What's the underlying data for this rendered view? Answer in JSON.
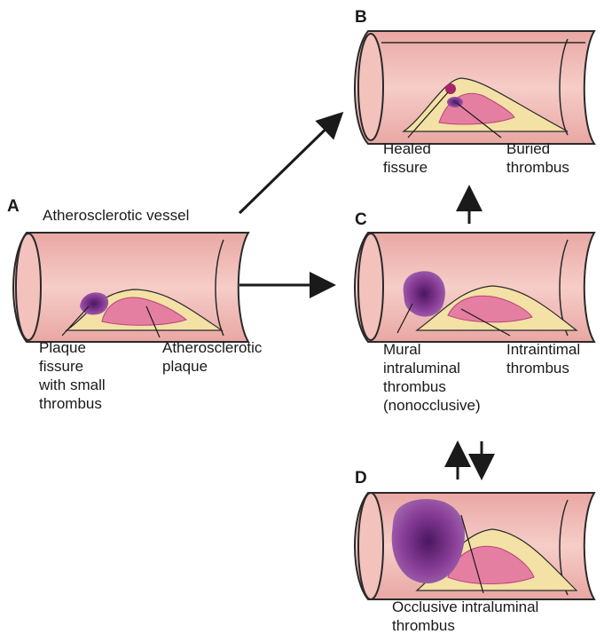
{
  "figure": {
    "panels": {
      "A": {
        "letter": "A",
        "title": "Atherosclerotic vessel",
        "labels": {
          "fissure_line1": "Plaque",
          "fissure_line2": "fissure",
          "fissure_line3": "with small",
          "fissure_line4": "thrombus",
          "plaque_line1": "Atherosclerotic",
          "plaque_line2": "plaque"
        }
      },
      "B": {
        "letter": "B",
        "labels": {
          "healed_line1": "Healed",
          "healed_line2": "fissure",
          "buried_line1": "Buried",
          "buried_line2": "thrombus"
        }
      },
      "C": {
        "letter": "C",
        "labels": {
          "mural_line1": "Mural",
          "mural_line2": "intraluminal",
          "mural_line3": "thrombus",
          "mural_line4": "(nonocclusive)",
          "intraintimal_line1": "Intraintimal",
          "intraintimal_line2": "thrombus"
        }
      },
      "D": {
        "letter": "D",
        "labels": {
          "occlusive_line1": "Occlusive intraluminal",
          "occlusive_line2": "thrombus"
        }
      }
    },
    "colors": {
      "vessel_wall": "#f2b8b3",
      "vessel_lumen": "#f8d6d2",
      "vessel_outline": "#2a2a2a",
      "plaque_cap": "#f3e1a5",
      "plaque_core": "#e57fa2",
      "thrombus": "#8a3f98",
      "thrombus_dark": "#5a1f6e",
      "arrow": "#1a1a1a"
    }
  }
}
